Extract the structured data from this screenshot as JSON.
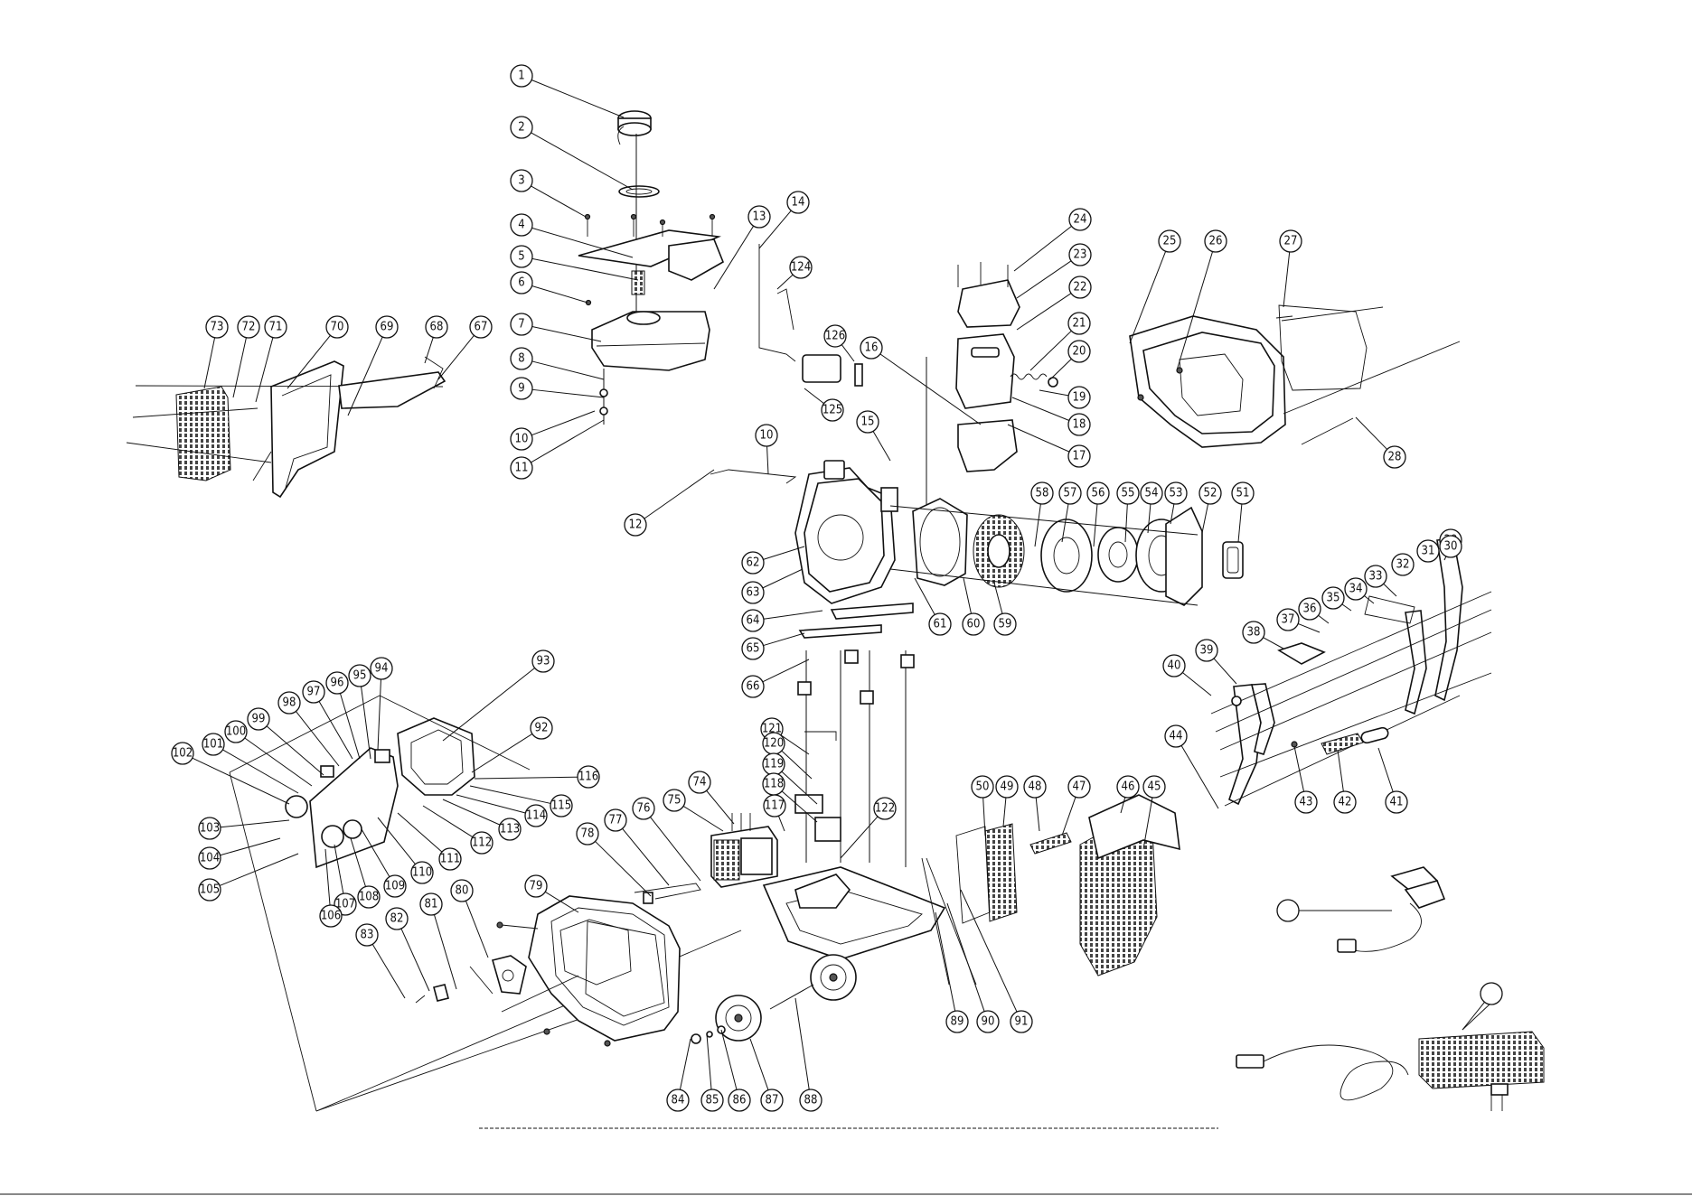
{
  "diagram": {
    "callouts": [
      {
        "label": "1"
      },
      {
        "label": "2"
      },
      {
        "label": "3"
      },
      {
        "label": "4"
      },
      {
        "label": "5"
      },
      {
        "label": "6"
      },
      {
        "label": "7"
      },
      {
        "label": "8"
      },
      {
        "label": "9"
      },
      {
        "label": "10"
      },
      {
        "label": "11"
      },
      {
        "label": "12"
      },
      {
        "label": "13"
      },
      {
        "label": "14"
      },
      {
        "label": "124"
      },
      {
        "label": "126"
      },
      {
        "label": "125"
      },
      {
        "label": "10"
      },
      {
        "label": "15"
      },
      {
        "label": "16"
      },
      {
        "label": "24"
      },
      {
        "label": "23"
      },
      {
        "label": "22"
      },
      {
        "label": "21"
      },
      {
        "label": "20"
      },
      {
        "label": "19"
      },
      {
        "label": "18"
      },
      {
        "label": "17"
      },
      {
        "label": "25"
      },
      {
        "label": "26"
      },
      {
        "label": "27"
      },
      {
        "label": "28"
      },
      {
        "label": "73"
      },
      {
        "label": "72"
      },
      {
        "label": "71"
      },
      {
        "label": "70"
      },
      {
        "label": "69"
      },
      {
        "label": "68"
      },
      {
        "label": "67"
      },
      {
        "label": "58"
      },
      {
        "label": "57"
      },
      {
        "label": "56"
      },
      {
        "label": "55"
      },
      {
        "label": "54"
      },
      {
        "label": "53"
      },
      {
        "label": "52"
      },
      {
        "label": "51"
      },
      {
        "label": "62"
      },
      {
        "label": "63"
      },
      {
        "label": "64"
      },
      {
        "label": "61"
      },
      {
        "label": "60"
      },
      {
        "label": "59"
      },
      {
        "label": "65"
      },
      {
        "label": "66"
      },
      {
        "label": "29"
      },
      {
        "label": "30"
      },
      {
        "label": "31"
      },
      {
        "label": "32"
      },
      {
        "label": "33"
      },
      {
        "label": "34"
      },
      {
        "label": "35"
      },
      {
        "label": "36"
      },
      {
        "label": "37"
      },
      {
        "label": "38"
      },
      {
        "label": "39"
      },
      {
        "label": "40"
      },
      {
        "label": "44"
      },
      {
        "label": "43"
      },
      {
        "label": "42"
      },
      {
        "label": "41"
      },
      {
        "label": "93"
      },
      {
        "label": "94"
      },
      {
        "label": "95"
      },
      {
        "label": "96"
      },
      {
        "label": "97"
      },
      {
        "label": "98"
      },
      {
        "label": "99"
      },
      {
        "label": "100"
      },
      {
        "label": "101"
      },
      {
        "label": "102"
      },
      {
        "label": "92"
      },
      {
        "label": "116"
      },
      {
        "label": "115"
      },
      {
        "label": "114"
      },
      {
        "label": "113"
      },
      {
        "label": "112"
      },
      {
        "label": "111"
      },
      {
        "label": "110"
      },
      {
        "label": "109"
      },
      {
        "label": "108"
      },
      {
        "label": "107"
      },
      {
        "label": "106"
      },
      {
        "label": "105"
      },
      {
        "label": "104"
      },
      {
        "label": "103"
      },
      {
        "label": "121"
      },
      {
        "label": "120"
      },
      {
        "label": "119"
      },
      {
        "label": "118"
      },
      {
        "label": "117"
      },
      {
        "label": "122"
      },
      {
        "label": "75"
      },
      {
        "label": "74"
      },
      {
        "label": "76"
      },
      {
        "label": "77"
      },
      {
        "label": "78"
      },
      {
        "label": "79"
      },
      {
        "label": "80"
      },
      {
        "label": "81"
      },
      {
        "label": "82"
      },
      {
        "label": "83"
      },
      {
        "label": "84"
      },
      {
        "label": "85"
      },
      {
        "label": "86"
      },
      {
        "label": "87"
      },
      {
        "label": "88"
      },
      {
        "label": "89"
      },
      {
        "label": "90"
      },
      {
        "label": "91"
      },
      {
        "label": "50"
      },
      {
        "label": "49"
      },
      {
        "label": "48"
      },
      {
        "label": "47"
      },
      {
        "label": "46"
      },
      {
        "label": "45"
      },
      {
        "label": ""
      },
      {
        "label": ""
      }
    ]
  }
}
